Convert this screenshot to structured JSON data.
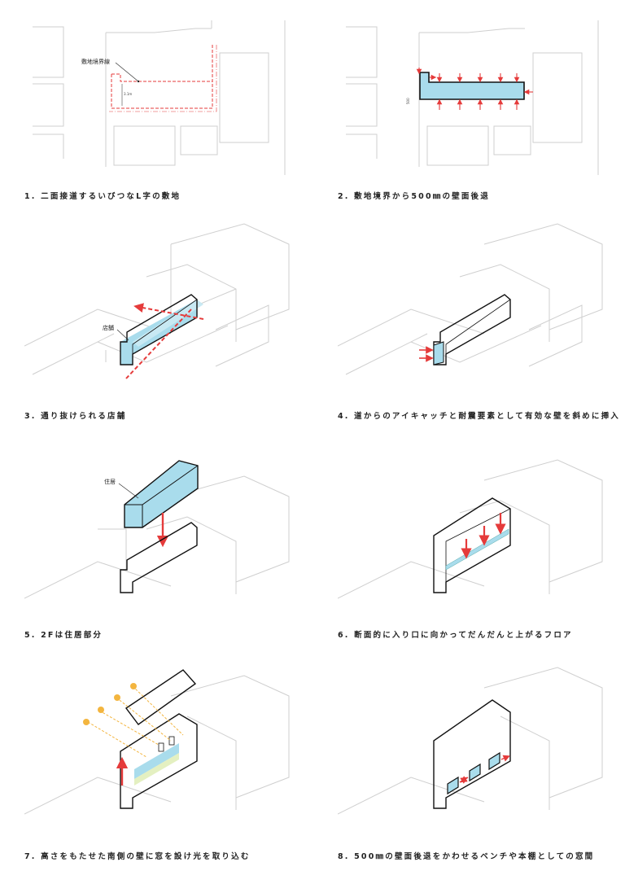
{
  "colors": {
    "accent_red": "#e53b3b",
    "fill_blue": "#a9dcec",
    "sun_yellow": "#f3b53f",
    "context_line": "#cfcfcf",
    "outline": "#111111"
  },
  "panels": [
    {
      "caption": "1. 二面接道するいびつなL字の敷地",
      "labels": {
        "boundary": "敷地境界線",
        "dim": "3.1m"
      }
    },
    {
      "caption": "2. 敷地境界から500㎜の壁面後退",
      "labels": {
        "dim": "500"
      }
    },
    {
      "caption": "3. 通り抜けられる店舗",
      "labels": {
        "shop": "店舗"
      }
    },
    {
      "caption": "4. 道からのアイキャッチと耐震要素として有効な壁を斜めに挿入",
      "labels": {}
    },
    {
      "caption": "5. 2Fは住居部分",
      "labels": {
        "residence": "住居"
      }
    },
    {
      "caption": "6. 断面的に入り口に向かってだんだんと上がるフロア",
      "labels": {}
    },
    {
      "caption": "7. 高さをもたせた南側の壁に窓を設け光を取り込む",
      "labels": {}
    },
    {
      "caption": "8. 500㎜の壁面後退をかわせるベンチや本棚としての窓間",
      "labels": {}
    }
  ]
}
